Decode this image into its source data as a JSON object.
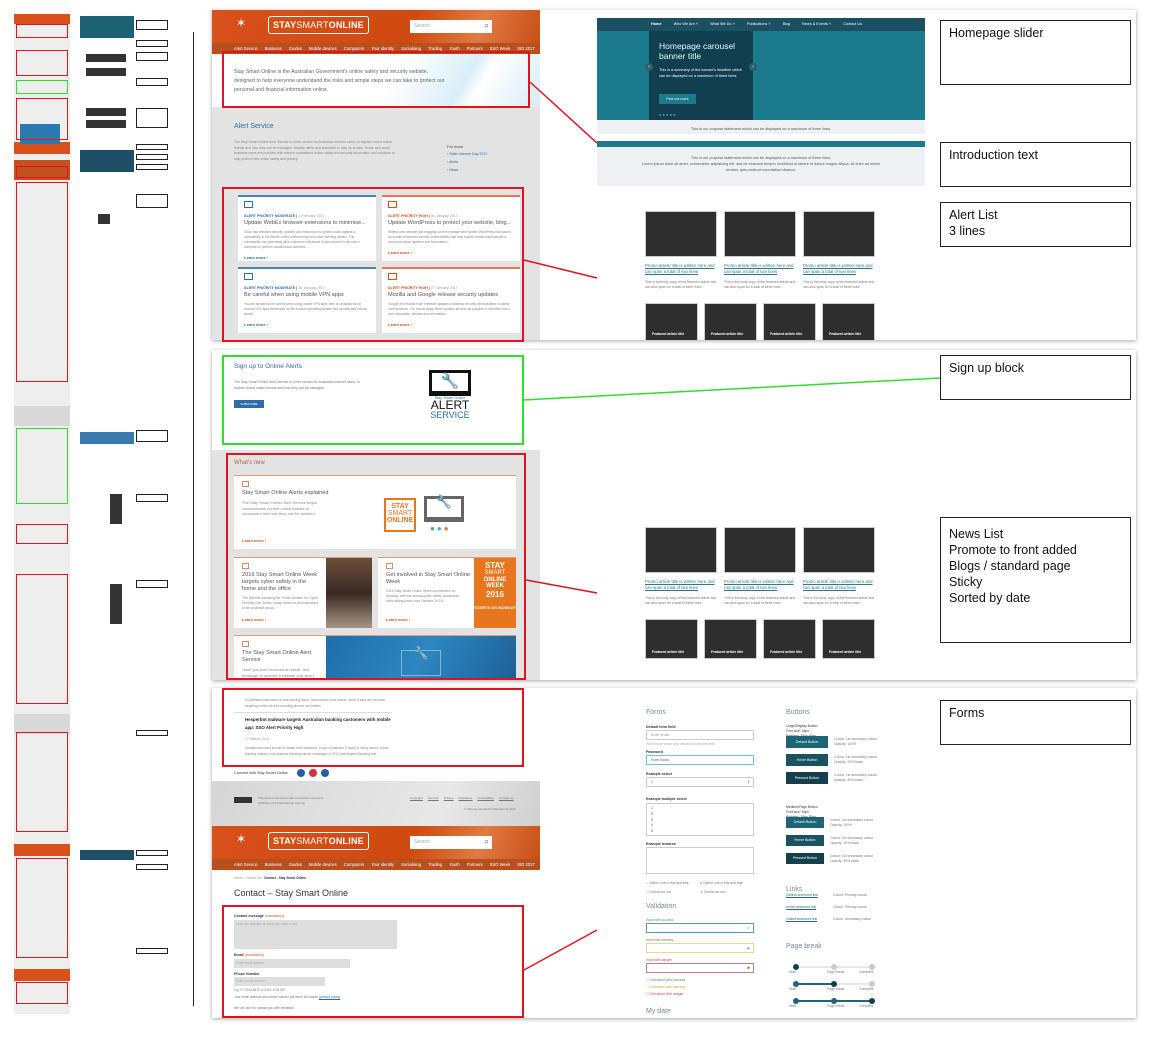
{
  "site": {
    "brand_bold": "STAY",
    "brand_mid": "SMART",
    "brand_end": "ONLINE",
    "search_placeholder": "Search",
    "nav": [
      "Alert Service",
      "Business",
      "Guides",
      "Mobile devices",
      "Computers",
      "Your identity",
      "Socialising",
      "Trading",
      "Youth",
      "Partners",
      "SSO Week",
      "SID 2017"
    ]
  },
  "intro": "Stay Smart Online is the Australian Government's online safety and security website, designed to help everyone understand the risks and simple steps we can take to protect our personal and financial information online.",
  "alert_service": {
    "title": "Alert Service",
    "body": "The Stay Smart Online Alert Service is a free service for Australian internet users, to explain recent online threats and how they can be managed. Browse alerts and subscribe to stay up to date. Home and small business users are provided with easy to understand online safety and security information and solutions to help protect their online safety and privacy.",
    "for_more": "For more",
    "links": [
      "Safer Internet Day 2017",
      "Alerts",
      "News"
    ]
  },
  "alerts": [
    {
      "priority": "ALERT PRIORITY MODERATE",
      "date": "1 February 2017",
      "title": "Update WebEx browser extensions to minimise...",
      "body": "Cisco has released security updates and instructions to protect users against a vulnerability in the WebEx video conferencing and online meeting system. The vulnerability can potentially allow malicious individuals to gain access to the user's computer to perform unauthorised activities...",
      "level": "moderate"
    },
    {
      "priority": "ALERT PRIORITY HIGH",
      "date": "31 January 2017",
      "title": "Update WordPress to protect your website, blog...",
      "body": "Widely used website and blogging content management system WordPress has issued an update to address security vulnerabilities that may enable unauthorised people to access sensitive systems and information...",
      "level": "high"
    },
    {
      "priority": "ALERT PRIORITY MODERATE",
      "date": "30 January 2017",
      "title": "Be careful when using mobile VPN apps",
      "body": "You are advised to be careful when using mobile VPN apps after an analysis found several VPN apps developed for the Android operating system had security and privacy issues...",
      "level": "moderate"
    },
    {
      "priority": "ALERT PRIORITY HIGH",
      "date": "27 January 2017",
      "title": "Mozilla and Google release security updates",
      "body": "Google and Mozilla have released updates to address security vulnerabilities in widely used products. You should apply these updates as soon as possible to minimise risk to your computers, devices and information...",
      "level": "high"
    }
  ],
  "learn_more": "Learn more ›",
  "carousel": {
    "nav": [
      "Home",
      "Who We Are ˅",
      "What We Do ˅",
      "Publications ˅",
      "Blog",
      "News & Events ˅",
      "Contact Us"
    ],
    "title": "Homepage carousel banner title",
    "summary": "This is a summary of the banner's headline which can be displayed on a maximum of three lines.",
    "button": "Find out more",
    "purpose": "This is our purpose statement which can be displayed on a maximum of three lines.",
    "purpose2": "Lorem ipsum dolor sit amet, consectetur adipisicing elit, sed do eiusmod tempor incididunt ut labore et dolore magna aliqua. Ut enim ad minim veniam, quis nostrud exercitation ullamco."
  },
  "promo": {
    "title": "Promo article title is written here and can span a total of two lines",
    "body": "This is the body copy of the featured article and can also span for a total of three lines...",
    "featured": "Featured article title"
  },
  "signup": {
    "title": "Sign up to Online Alerts",
    "body": "The Stay Smart Online Alert Service is a free service for Australian internet users, to explain recent online threats and how they can be managed.",
    "button": "SUBSCRIBE",
    "logo_small": "Stay Smart Online",
    "logo_alert": "ALERT",
    "logo_service": "SERVICE"
  },
  "whats_new": {
    "title": "What's new",
    "items": [
      {
        "title": "Stay Smart Online Alerts explained",
        "body": "The Stay Smart Online Alert Service helps communicate current online threats to consumers and how they can be avoided."
      },
      {
        "title": "2016 Stay Smart Online Week targets cyber safety in the home and the office",
        "body": "The Minister Assisting the Prime Minister for Cyber Security Dan Tehan, today called on all Australians to be proactive about..."
      },
      {
        "title": "Get involved in Stay Smart Online Week",
        "body": "2016 Stay Smart Online Week commences on Monday, with the annual cyber safety awareness drive taking place from October 10-14."
      },
      {
        "title": "The Stay Smart Online Alert Service",
        "body": "Have you ever received an email, text message or opened a website that didn't seem quite right?"
      }
    ],
    "week_badge": [
      "STAY",
      "SMART",
      "ONLINE",
      "WEEK",
      "2016",
      "STARTS ON MONDAY"
    ]
  },
  "news_list": {
    "snippet": "SCAMwatch has issued a new warning about \"ransomware virus scams\" which it says are now also targeting mobile devices including phones and tablets.",
    "title": "Hesperbot malware targets Australian banking customers with mobile app: SSO Alert Priority High",
    "date": "27 March 2014",
    "body": "Smartphone users should be aware that Hesperbot, a type of malware (Trojan) is being used in online banking attacks on Australians following similar campaigns in 2013 that targeted banking and..."
  },
  "connect": "Connect with Stay Smart Online",
  "footer": {
    "license": "This work is licensed under a Creative Commons Attribution 4.0 International License.",
    "links": [
      "Copyright",
      "Security",
      "Privacy",
      "Disclaimer",
      "Accessibility",
      "Contact Us"
    ],
    "copyright": "© Attorney-General's Department 2017"
  },
  "contact": {
    "breadcrumb": [
      "Home",
      "Contact Us",
      "Contact - Stay Smart Online"
    ],
    "title": "Contact – Stay Smart Online",
    "message_label": "Contact message",
    "mandatory": "(mandatory)",
    "message_placeholder": "Enter the question or query you want to ask",
    "email_label": "Email",
    "email_placeholder": "Enter email address",
    "phone_label": "Phone Number",
    "phone_placeholder": "Enter phone number",
    "phone_hint": "e.g. 07 1234 5678 or 0414 1234 567",
    "privacy_note": "Your email address and phone number will never be shared",
    "privacy_link": "(privacy policy)",
    "feedback": "We will use it to contact you with feedback."
  },
  "styleguide": {
    "forms_title": "Forms",
    "default_label": "Default form field",
    "default_placeholder": "Enter email",
    "help": "We'll never share your email with anyone else.",
    "password_label": "Password",
    "password_value": "Form focus",
    "select_label": "Example select",
    "select_value": "1",
    "multi_label": "Example multiple select",
    "multi_options": [
      "1",
      "2",
      "3",
      "4",
      "5"
    ],
    "textarea_label": "Example textarea",
    "radio1": "Option one is this and that",
    "radio2": "Option one is this and that",
    "check1": "Check me out",
    "check2": "Check me out",
    "validation_title": "Validation",
    "success": "Input with success",
    "warning": "Input with warning",
    "danger": "Input with danger",
    "cb_success": "Checkbox with success",
    "cb_warning": "Checkbox with warning",
    "cb_danger": "Checkbox with danger",
    "mydate": "My date",
    "buttons_title": "Buttons",
    "large_spec": [
      "Large/Display Button",
      "Font size: 18px",
      "Padding: 20px 40px"
    ],
    "medium_spec": [
      "Medium/Page Button",
      "Font size: 16px",
      "Padding: 15px 30px"
    ],
    "buttons": [
      {
        "label": "Default Button",
        "note": "Colour: 1st secondary colour Opacity: 100%"
      },
      {
        "label": "Hover Button",
        "note": "Colour: 1st secondary colour Opacity: 20% black"
      },
      {
        "label": "Pressed Button",
        "note": "Colour: 1st secondary colour Opacity: 40% black"
      }
    ],
    "links_title": "Links",
    "links": [
      {
        "label": "Default anchored link",
        "note": "Colour: Primary colour"
      },
      {
        "label": "Hover anchored link",
        "note": "Colour: Primary colour"
      },
      {
        "label": "Visited anchored link",
        "note": "Colour: Secondary colour"
      }
    ],
    "pagebreak_title": "Page break",
    "steps": [
      "Start",
      "Page break",
      "Complete"
    ]
  },
  "annotations": {
    "slider": "Homepage slider",
    "intro": "Introduction text",
    "alert": [
      "Alert List",
      "3 lines"
    ],
    "signup": "Sign up block",
    "news": [
      "News List",
      "Promote to front added",
      "Blogs / standard page",
      "Sticky",
      "Sorted by date"
    ],
    "forms": "Forms"
  },
  "colors": {
    "brand_orange": "#d8501a",
    "teal": "#1e6477",
    "highlight_red": "#e0141e",
    "highlight_green": "#2ee02e"
  }
}
